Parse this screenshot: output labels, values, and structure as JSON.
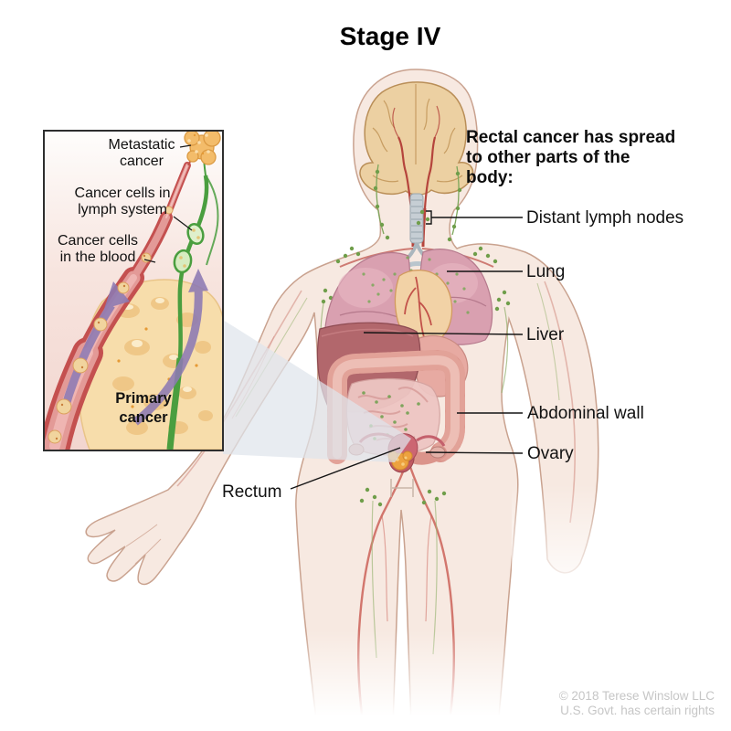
{
  "title": "Stage IV",
  "heading": "Rectal cancer has spread\nto other parts of the\nbody:",
  "inset": {
    "metastatic_label": "Metastatic\ncancer",
    "lymph_label": "Cancer cells in\nlymph system",
    "blood_label": "Cancer cells\nin the blood",
    "primary_label": "Primary\ncancer"
  },
  "body_labels": {
    "distant_lymph_nodes": "Distant lymph nodes",
    "lung": "Lung",
    "liver": "Liver",
    "abdominal_wall": "Abdominal wall",
    "ovary": "Ovary",
    "rectum": "Rectum"
  },
  "copyright": "© 2018 Terese Winslow LLC\nU.S. Govt. has certain rights",
  "colors": {
    "skin": "#f7e9e1",
    "skin_outline": "#c9a28f",
    "lung": "#d9a0b0",
    "liver": "#b2676c",
    "intestine": "#db948b",
    "lymph_green": "#4a9e3f",
    "vessel_red": "#c4504f",
    "tumor_orange": "#eda23f",
    "primary_mass": "#f7ddab",
    "arrow_purple": "#8d7ab3"
  }
}
